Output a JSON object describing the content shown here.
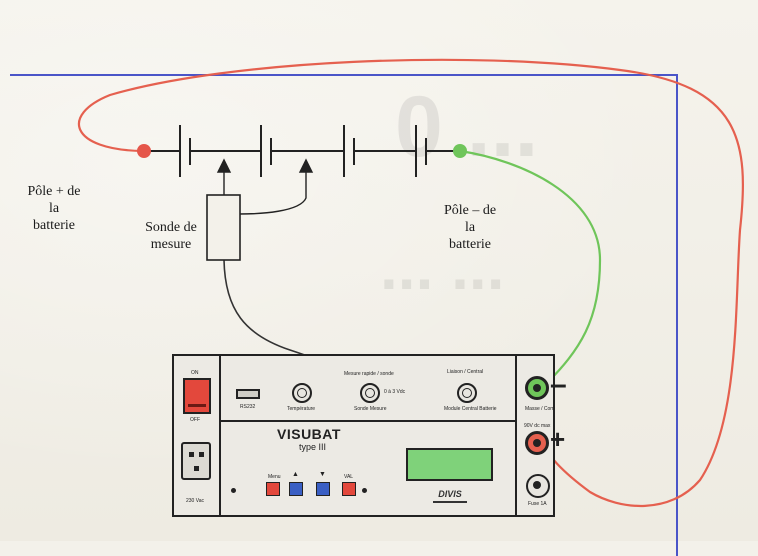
{
  "labels": {
    "pole_plus": "Pôle + de\nla\nbatterie",
    "sonde": "Sonde de\nmesure",
    "pole_minus": "Pôle – de\nla\nbatterie"
  },
  "device": {
    "switch_on": "ON",
    "switch_off": "OFF",
    "power_label": "230 Vac",
    "port_label_rs232": "RS232",
    "port_label_temp": "Température",
    "port_label_sonde": "Sonde Mesure",
    "port_label_sonde_top": "Mesure rapide / sonde",
    "port_label_sonde_side": "0 à 3 Vdc",
    "port_label_module": "Module Central Batterie",
    "port_label_module_top": "Liaison / Central",
    "brand": "VISUBAT",
    "model": "type III",
    "key_left": "Menu",
    "key_right": "VAL",
    "logo": "DIVIS",
    "jack_minus_label": "Masse / Com",
    "jack_plus_label": "90V dc max",
    "jack_bottom_label": "Fuse 1A",
    "sign_minus": "–",
    "sign_plus": "+"
  },
  "colors": {
    "wire_red": "#e5604f",
    "wire_green": "#6fc55a",
    "frame_blue": "#4a55c8",
    "switch_red": "#e3483c",
    "key_red": "#e3483c",
    "key_blue": "#3a5fc4",
    "lcd_green": "#7fd27a",
    "pole_plus": "#e5564a",
    "pole_minus": "#6fc55a"
  }
}
